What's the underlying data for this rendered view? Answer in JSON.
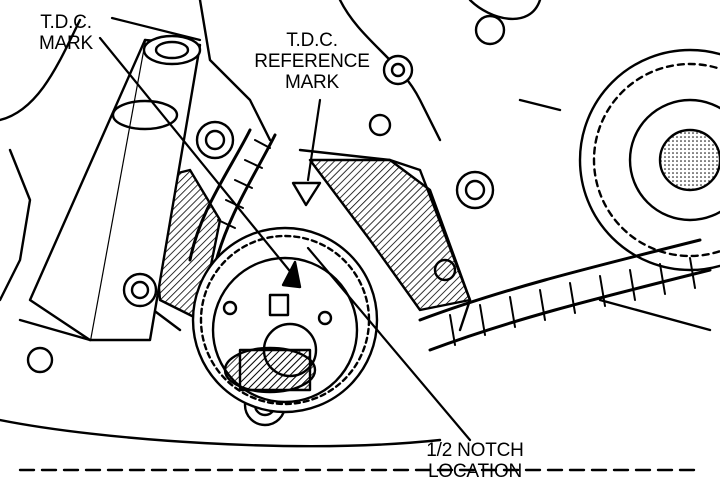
{
  "labels": {
    "tdc_mark": {
      "line1": "T.D.C.",
      "line2": "MARK"
    },
    "tdc_reference_mark": {
      "line1": "T.D.C.",
      "line2": "REFERENCE",
      "line3": "MARK"
    },
    "half_notch_location": {
      "line1": "1/2 NOTCH",
      "line2": "LOCATION"
    }
  },
  "colors": {
    "ink": "#000000",
    "paper": "#ffffff"
  }
}
